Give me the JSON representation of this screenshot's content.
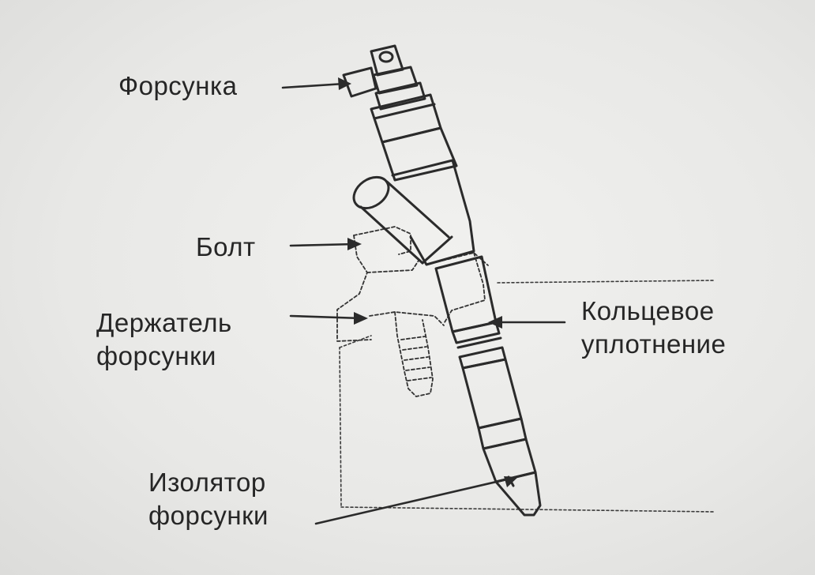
{
  "labels": {
    "injector": "Форсунка",
    "bolt": "Болт",
    "holder": [
      "Держатель",
      "форсунки"
    ],
    "o_ring": [
      "Кольцевое",
      "уплотнение"
    ],
    "insulator": [
      "Изолятор",
      "форсунки"
    ]
  }
}
